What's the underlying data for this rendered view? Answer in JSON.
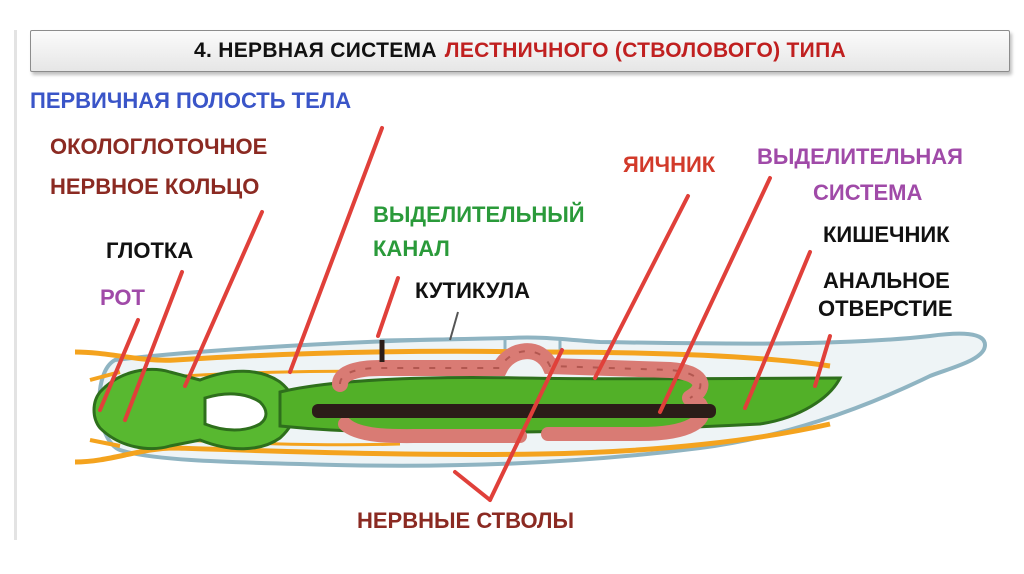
{
  "title": {
    "part1": "4. НЕРВНАЯ СИСТЕМА",
    "part2": "ЛЕСТНИЧНОГО (СТВОЛОВОГО)  ТИПА"
  },
  "labels": {
    "body_cavity": "ПЕРВИЧНАЯ ПОЛОСТЬ ТЕЛА",
    "nerve_ring_line1": "ОКОЛОГЛОТОЧНОЕ",
    "nerve_ring_line2": "НЕРВНОЕ КОЛЬЦО",
    "pharynx": "ГЛОТКА",
    "mouth": "РОТ",
    "excretory_canal_line1": "ВЫДЕЛИТЕЛЬНЫЙ",
    "excretory_canal_line2": "КАНАЛ",
    "cuticle": "КУТИКУЛА",
    "ovary": "ЯИЧНИК",
    "excretory_system_line1": "ВЫДЕЛИТЕЛЬНАЯ",
    "excretory_system_line2": "СИСТЕМА",
    "intestine": "КИШЕЧНИК",
    "anus_line1": "АНАЛЬНОЕ",
    "anus_line2": "ОТВЕРСТИЕ",
    "nerve_trunks": "НЕРВНЫЕ СТВОЛЫ"
  },
  "colors": {
    "blue_label": "#3a55c8",
    "darkred_label": "#8b2a22",
    "purple_label": "#a04aa8",
    "green_label": "#2a9a3a",
    "red_label": "#d23a2a",
    "black_label": "#111111",
    "pointer": "#e0403a",
    "body_outline": "#8fb4c2",
    "body_fill": "#e9f0f3",
    "orange_cord": "#f4a31e",
    "gut_green": "#4cae2a",
    "gut_dark": "#2e6f1c",
    "ovary_pink": "#d97b74",
    "nerve_trunk": "#2b1d18"
  }
}
